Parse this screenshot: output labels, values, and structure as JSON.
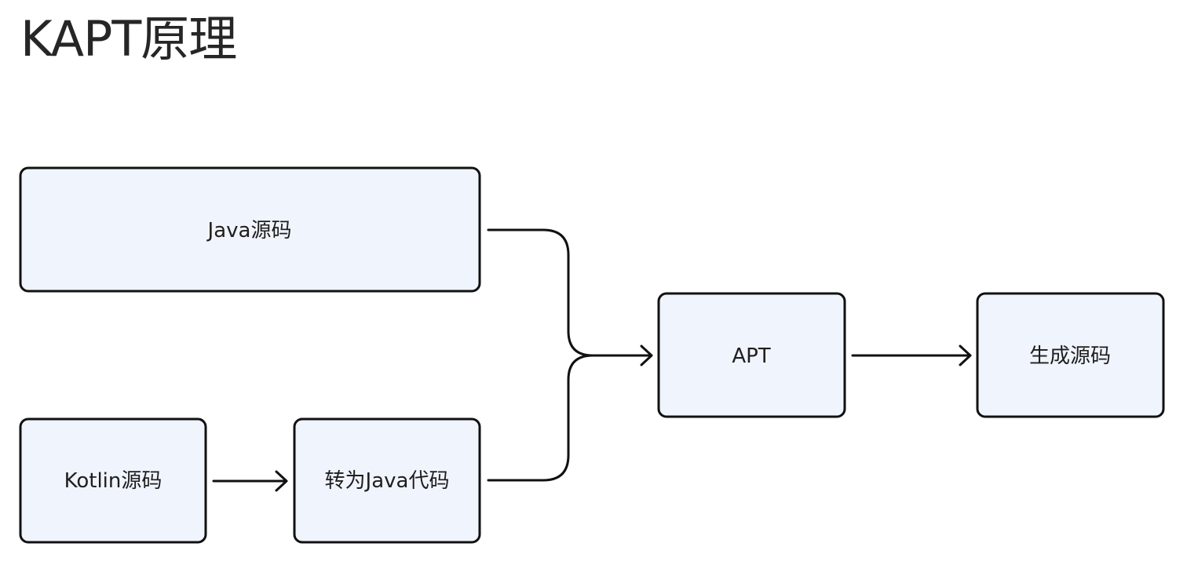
{
  "title": "KAPT原理",
  "nodes": {
    "java_source": {
      "label": "Java源码"
    },
    "kotlin_source": {
      "label": "Kotlin源码"
    },
    "to_java": {
      "label": "转为Java代码"
    },
    "apt": {
      "label": "APT"
    },
    "generated_source": {
      "label": "生成源码"
    }
  },
  "colors": {
    "node_fill": "#f0f4fc",
    "stroke": "#111111",
    "title_text": "#262626"
  }
}
